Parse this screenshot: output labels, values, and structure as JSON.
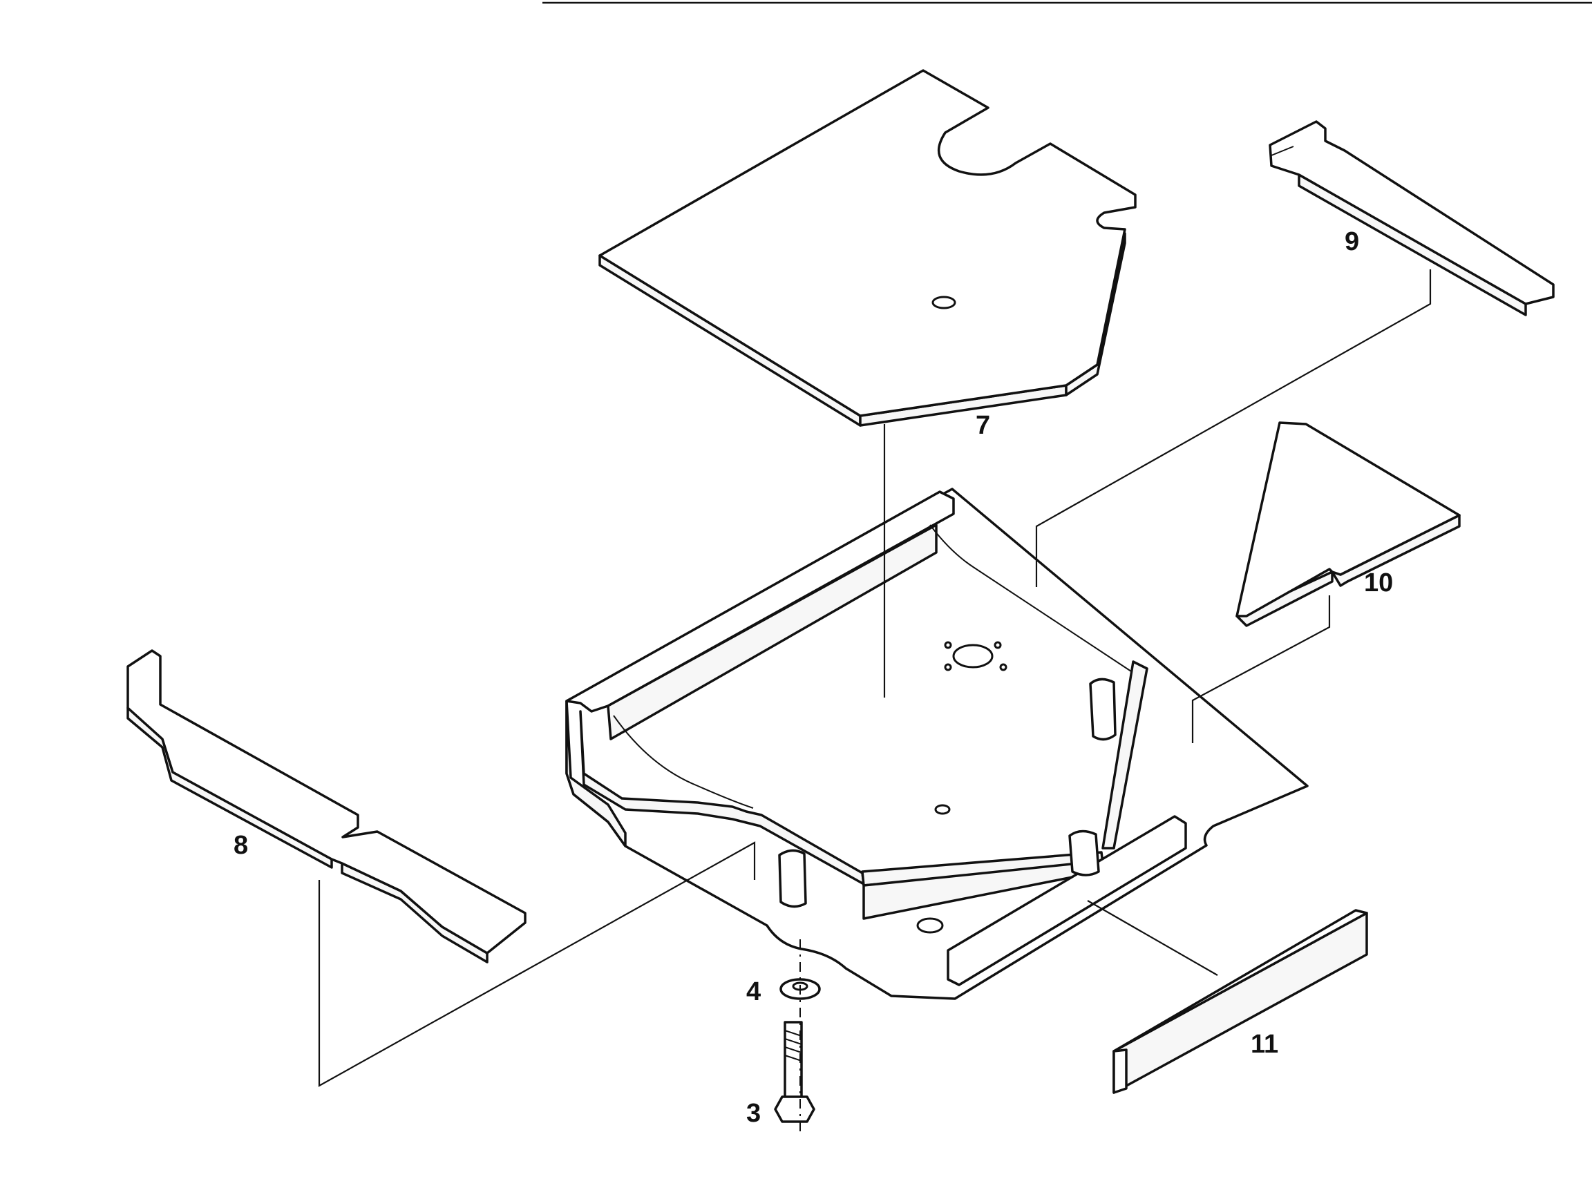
{
  "callouts": {
    "bolt": "3",
    "washer": "4",
    "cover_plate": "7",
    "left_bracket": "8",
    "right_bracket": "9",
    "corner_plate": "10",
    "strip": "11"
  }
}
